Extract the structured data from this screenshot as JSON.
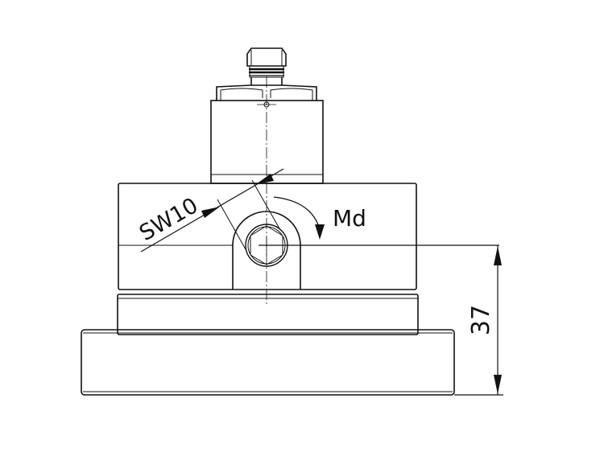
{
  "drawing": {
    "wrench_size_label": "SW10",
    "torque_label": "Md",
    "height_dimension": "37",
    "line_color": "#111111",
    "background": "#ffffff"
  }
}
